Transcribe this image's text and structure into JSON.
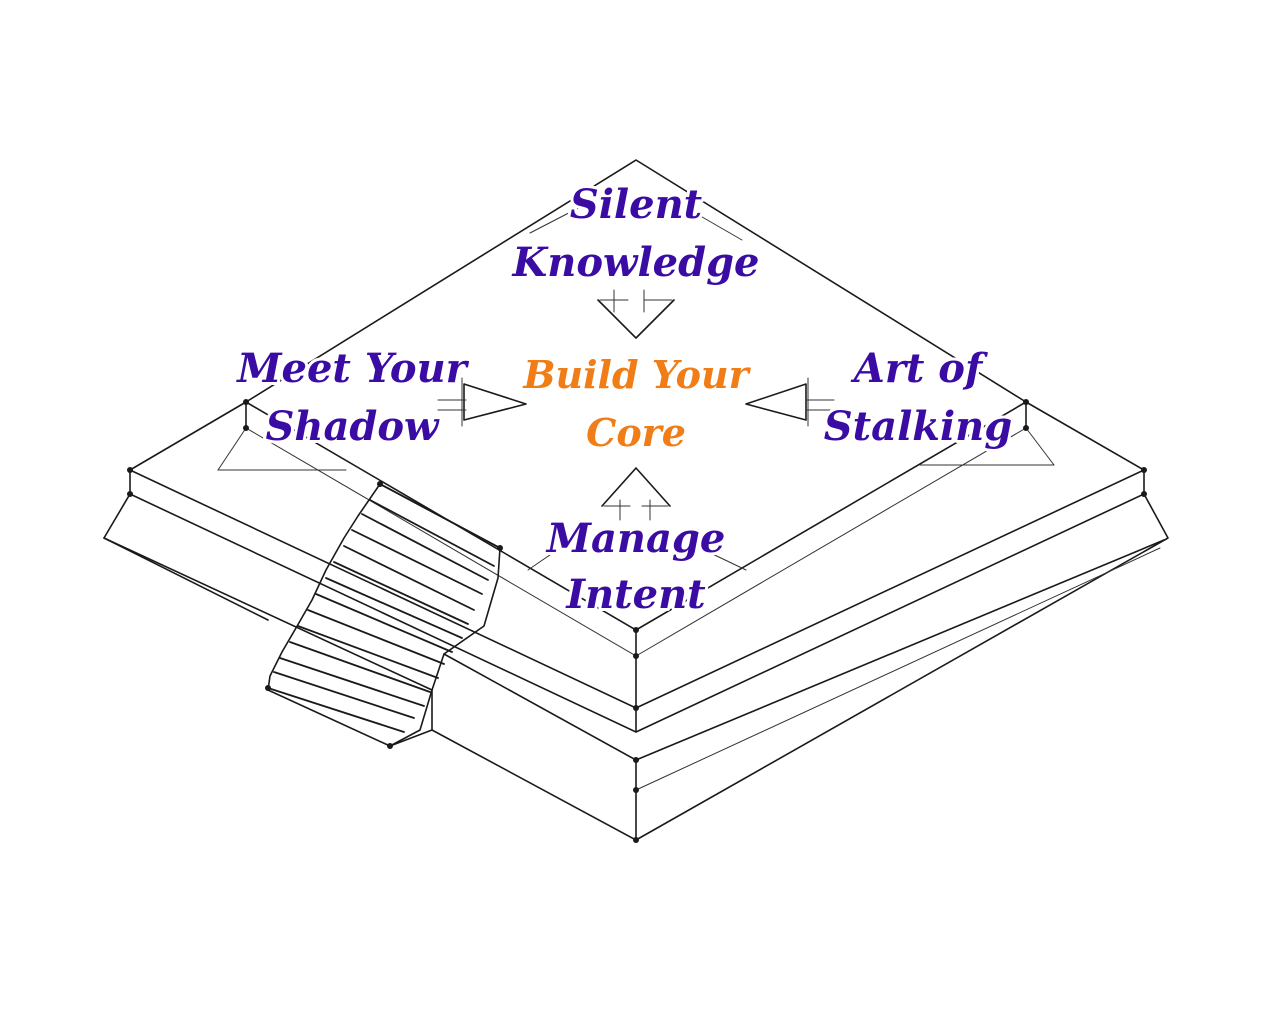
{
  "diagram": {
    "center": {
      "line1": "Build Your",
      "line2": "Core"
    },
    "labels": {
      "top": {
        "line1": "Silent",
        "line2": "Knowledge"
      },
      "left": {
        "line1": "Meet Your",
        "line2": "Shadow"
      },
      "right": {
        "line1": "Art of",
        "line2": "Stalking"
      },
      "bottom": {
        "line1": "Manage",
        "line2": "Intent"
      }
    }
  },
  "colors": {
    "outer_label": "#3a0ca3",
    "center_label": "#f07d16",
    "ink": "#1a1a1a"
  }
}
